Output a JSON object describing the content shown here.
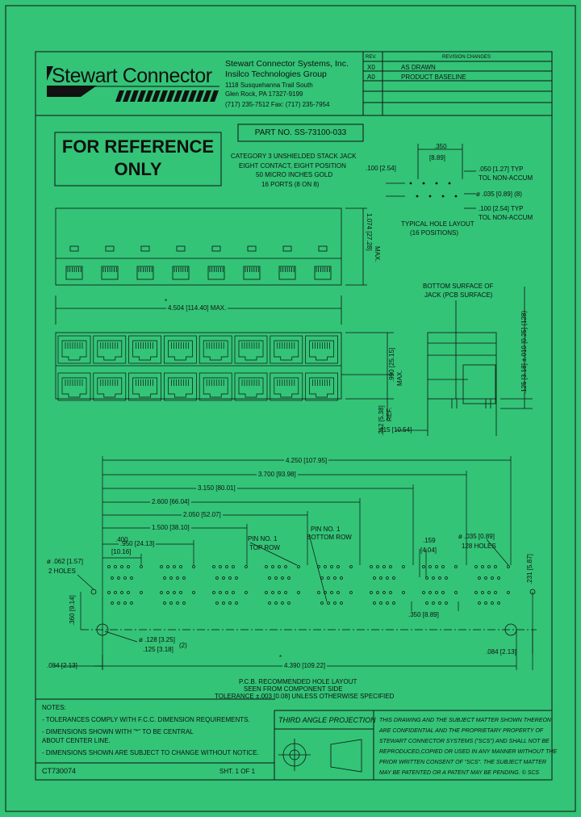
{
  "title_block": {
    "logo_text": "Stewart Connector",
    "company": "Stewart Connector Systems, Inc.",
    "group": "Insilco Technologies Group",
    "address1": "1118 Susquehanna Trail South",
    "address2": "Glen Rock, PA   17327-9199",
    "phone": "(717) 235-7512   Fax: (717) 235-7954"
  },
  "revision_table": {
    "col_rev": "REV.",
    "col_changes": "REVISION CHANGES",
    "rows": [
      {
        "rev": "X0",
        "change": "AS DRAWN"
      },
      {
        "rev": "A0",
        "change": "PRODUCT BASELINE"
      }
    ]
  },
  "banner": {
    "line1": "FOR REFERENCE",
    "line2": "ONLY"
  },
  "part": {
    "number": "PART NO. SS-73100-033",
    "desc1": "CATEGORY 3  UNSHIELDED STACK JACK",
    "desc2": "EIGHT CONTACT, EIGHT POSITION",
    "desc3": "50 MICRO INCHES GOLD",
    "desc4": "16 PORTS (8 ON 8)"
  },
  "hole_layout": {
    "dim_350": ".350",
    "dim_889": "[8.89]",
    "dim_100": ".100 [2.54]",
    "note_050": ".050 [1.27] TYP",
    "tol1": "TOL NON-ACCUM",
    "note_035": "ø .035 [0.89] (8)",
    "note_100": ".100 [2.54] TYP",
    "tol2": "TOL NON-ACCUM",
    "cap1": "TYPICAL HOLE LAYOUT",
    "cap2": "(16 POSITIONS)"
  },
  "top_view": {
    "height_dim": "1.074 [27.28]",
    "max": "MAX."
  },
  "front_view": {
    "width_dim": "4.504 [114.40] MAX.",
    "star": "*",
    "height_dim": ".990 [25.15]",
    "max": "MAX.",
    "ref_dim": ".212 [5.38]",
    "ref": "REF."
  },
  "side_view": {
    "label1": "BOTTOM SURFACE OF",
    "label2": "JACK (PCB SURFACE)",
    "dim_415": ".415 [10.54]",
    "dim_125": ".125 [3.18] ±.010 [0.25] (128)"
  },
  "pcb": {
    "d4250": "4.250 [107.95]",
    "d3700": "3.700 [93.98]",
    "d3150": "3.150 [80.01]",
    "d2600": "2.600 [66.04]",
    "d2050": "2.050 [52.07]",
    "d1500": "1.500 [38.10]",
    "d950": ".950 [24.13]",
    "d400a": ".400",
    "d400b": "[10.16]",
    "pin1_top1": "PIN NO. 1",
    "pin1_top2": "TOP ROW",
    "pin1_bot1": "PIN NO. 1",
    "pin1_bot2": "BOTTOM ROW",
    "d159a": ".159",
    "d159b": "[4.04]",
    "d035a": "ø .035 [0.89]",
    "d035b": "128 HOLES",
    "d062a": "ø .062 [1.57]",
    "d062b": "2 HOLES",
    "d231": ".231 [5.87]",
    "d360": ".360 [9.14]",
    "d350": ".350 [8.89]",
    "d128": "ø .128 [3.25]",
    "d125": ".125 [3.18]",
    "two": "(2)",
    "d084l": ".084 [2.13]",
    "d4390": "4.390 [109.22]",
    "star": "*",
    "d084r": ".084 [2.13]",
    "cap1": "P.C.B. RECOMMENDED HOLE LAYOUT",
    "cap2": "SEEN FROM COMPONENT SIDE",
    "cap3": "TOLERANCE ±.003 [0.08] UNLESS OTHERWISE SPECIFIED"
  },
  "notes": {
    "header": "NOTES:",
    "n1": "- TOLERANCES COMPLY WITH F.C.C. DIMENSION REQUIREMENTS.",
    "n2a": "- DIMENSIONS SHOWN WITH \"*\" TO BE CENTRAL",
    "n2b": "  ABOUT CENTER LINE.",
    "n3": "- DIMENSIONS SHOWN ARE SUBJECT TO CHANGE WITHOUT NOTICE."
  },
  "footer": {
    "drawing_no": "CT730074",
    "sheet": "SHT. 1 OF 1",
    "projection": "THIRD ANGLE PROJECTION",
    "conf1": "THIS DRAWING AND THE SUBJECT MATTER SHOWN THEREON",
    "conf2": "ARE CONFIDENTIAL AND THE PROPRIETARY PROPERTY OF",
    "conf3": "STEWART CONNECTOR SYSTEMS (\"SCS\") AND SHALL NOT BE",
    "conf4": "REPRODUCED,COPIED OR USED IN ANY MANNER WITHOUT THE",
    "conf5": "PRIOR WRITTEN CONSENT OF \"SCS\".  THE SUBJECT MATTER",
    "conf6": "MAY BE PATENTED OR A PATENT MAY BE PENDING. © SCS"
  }
}
